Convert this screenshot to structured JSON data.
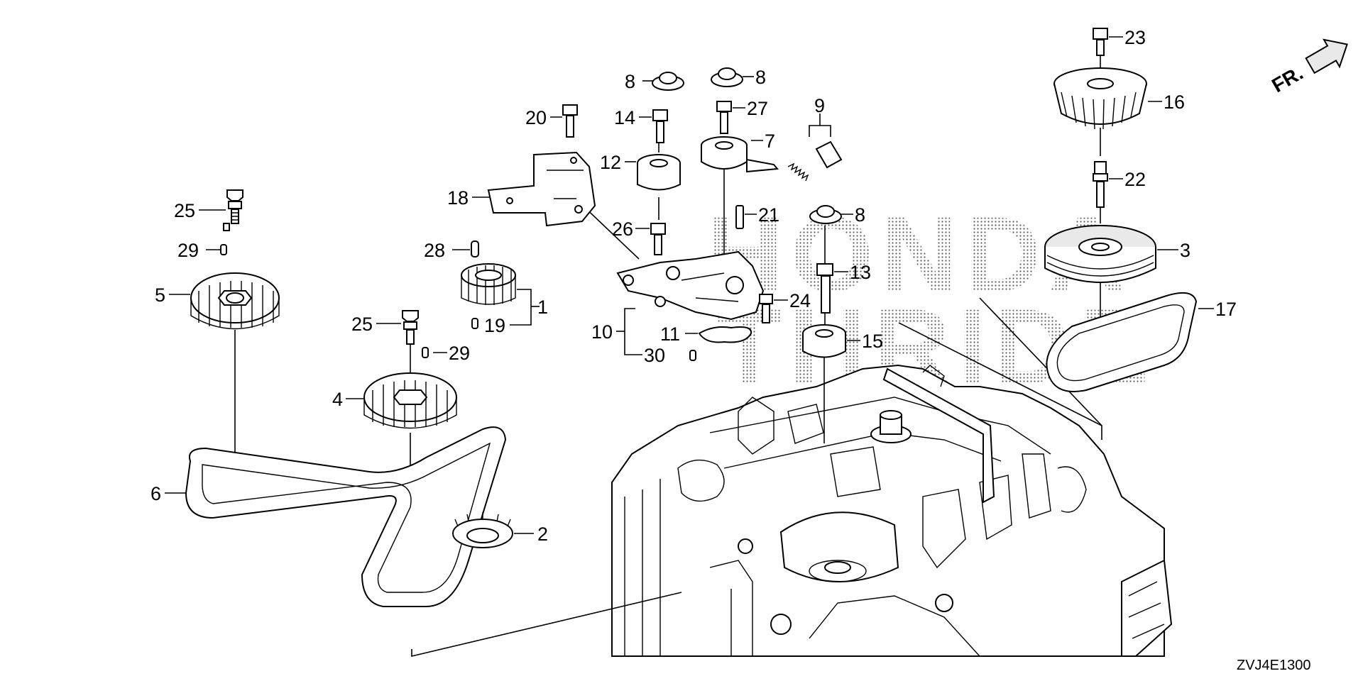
{
  "diagram": {
    "drawing_code": "ZVJ4E1300",
    "direction_label": "FR.",
    "watermark": [
      "HONDA",
      "THRIDE"
    ],
    "callouts": {
      "c1": "1",
      "c2": "2",
      "c3": "3",
      "c4": "4",
      "c5": "5",
      "c6": "6",
      "c7": "7",
      "c8a": "8",
      "c8b": "8",
      "c8c": "8",
      "c9": "9",
      "c10": "10",
      "c11": "11",
      "c12": "12",
      "c13": "13",
      "c14": "14",
      "c15": "15",
      "c16": "16",
      "c17": "17",
      "c18": "18",
      "c19": "19",
      "c20": "20",
      "c21": "21",
      "c22": "22",
      "c23": "23",
      "c24": "24",
      "c25a": "25",
      "c25b": "25",
      "c26": "26",
      "c27": "27",
      "c28": "28",
      "c29a": "29",
      "c29b": "29",
      "c30": "30"
    }
  }
}
